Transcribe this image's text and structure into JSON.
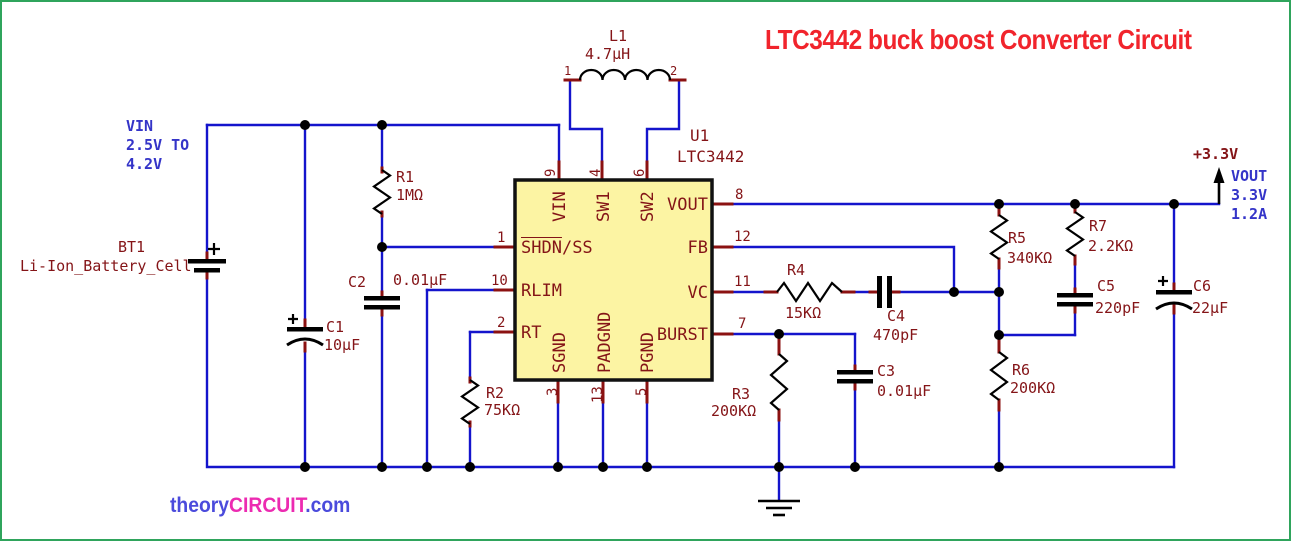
{
  "frame": {
    "border_color": "#2FA45C",
    "background": "#FFFFFF"
  },
  "title": {
    "text": "LTC3442 buck boost Converter Circuit",
    "color": "#F1242C"
  },
  "watermark": {
    "part1": "theory",
    "part2": "CIRCUIT",
    "part3": ".com",
    "part1_color": "#4B4BDC",
    "part2_color": "#EC2BB1"
  },
  "labels": {
    "vin": {
      "line1": "VIN",
      "line2": "2.5V TO",
      "line3": "4.2V"
    },
    "vout_plus": "+3.3V",
    "vout": {
      "line1": "VOUT",
      "line2": "3.3V",
      "line3": "1.2A"
    }
  },
  "ic": {
    "ref": "U1",
    "part": "LTC3442",
    "shdn_overline": "SHDN",
    "shdn_rest": "/SS",
    "pins_top": [
      {
        "num": "9",
        "name": "VIN"
      },
      {
        "num": "4",
        "name": "SW1"
      },
      {
        "num": "6",
        "name": "SW2"
      }
    ],
    "pins_bottom": [
      {
        "num": "3",
        "name": "SGND"
      },
      {
        "num": "13",
        "name": "PADGND"
      },
      {
        "num": "5",
        "name": "PGND"
      }
    ],
    "pins_left": [
      {
        "num": "1",
        "name": "SHDN/SS"
      },
      {
        "num": "10",
        "name": "RLIM"
      },
      {
        "num": "2",
        "name": "RT"
      }
    ],
    "pins_right": [
      {
        "num": "8",
        "name": "VOUT"
      },
      {
        "num": "12",
        "name": "FB"
      },
      {
        "num": "11",
        "name": "VC"
      },
      {
        "num": "7",
        "name": "BURST"
      }
    ]
  },
  "components": {
    "bt1": {
      "ref": "BT1",
      "value": "Li-Ion_Battery_Cell"
    },
    "l1": {
      "ref": "L1",
      "value": "4.7μH",
      "pin1": "1",
      "pin2": "2"
    },
    "r1": {
      "ref": "R1",
      "value": "1MΩ"
    },
    "r2": {
      "ref": "R2",
      "value": "75KΩ"
    },
    "r3": {
      "ref": "R3",
      "value": "200KΩ"
    },
    "r4": {
      "ref": "R4",
      "value": "15KΩ"
    },
    "r5": {
      "ref": "R5",
      "value": "340KΩ"
    },
    "r6": {
      "ref": "R6",
      "value": "200KΩ"
    },
    "r7": {
      "ref": "R7",
      "value": "2.2KΩ"
    },
    "c1": {
      "ref": "C1",
      "value": "10μF"
    },
    "c2": {
      "ref": "C2",
      "value": "0.01μF"
    },
    "c3": {
      "ref": "C3",
      "value": "0.01μF"
    },
    "c4": {
      "ref": "C4",
      "value": "470pF"
    },
    "c5": {
      "ref": "C5",
      "value": "220pF"
    },
    "c6": {
      "ref": "C6",
      "value": "22μF"
    }
  },
  "colors": {
    "wire": "#1414CC",
    "component_stub": "#8B1111",
    "label_maroon": "#841417",
    "ic_fill": "#FCF4A3",
    "junction": "#000000",
    "blue_label": "#3434C8"
  }
}
